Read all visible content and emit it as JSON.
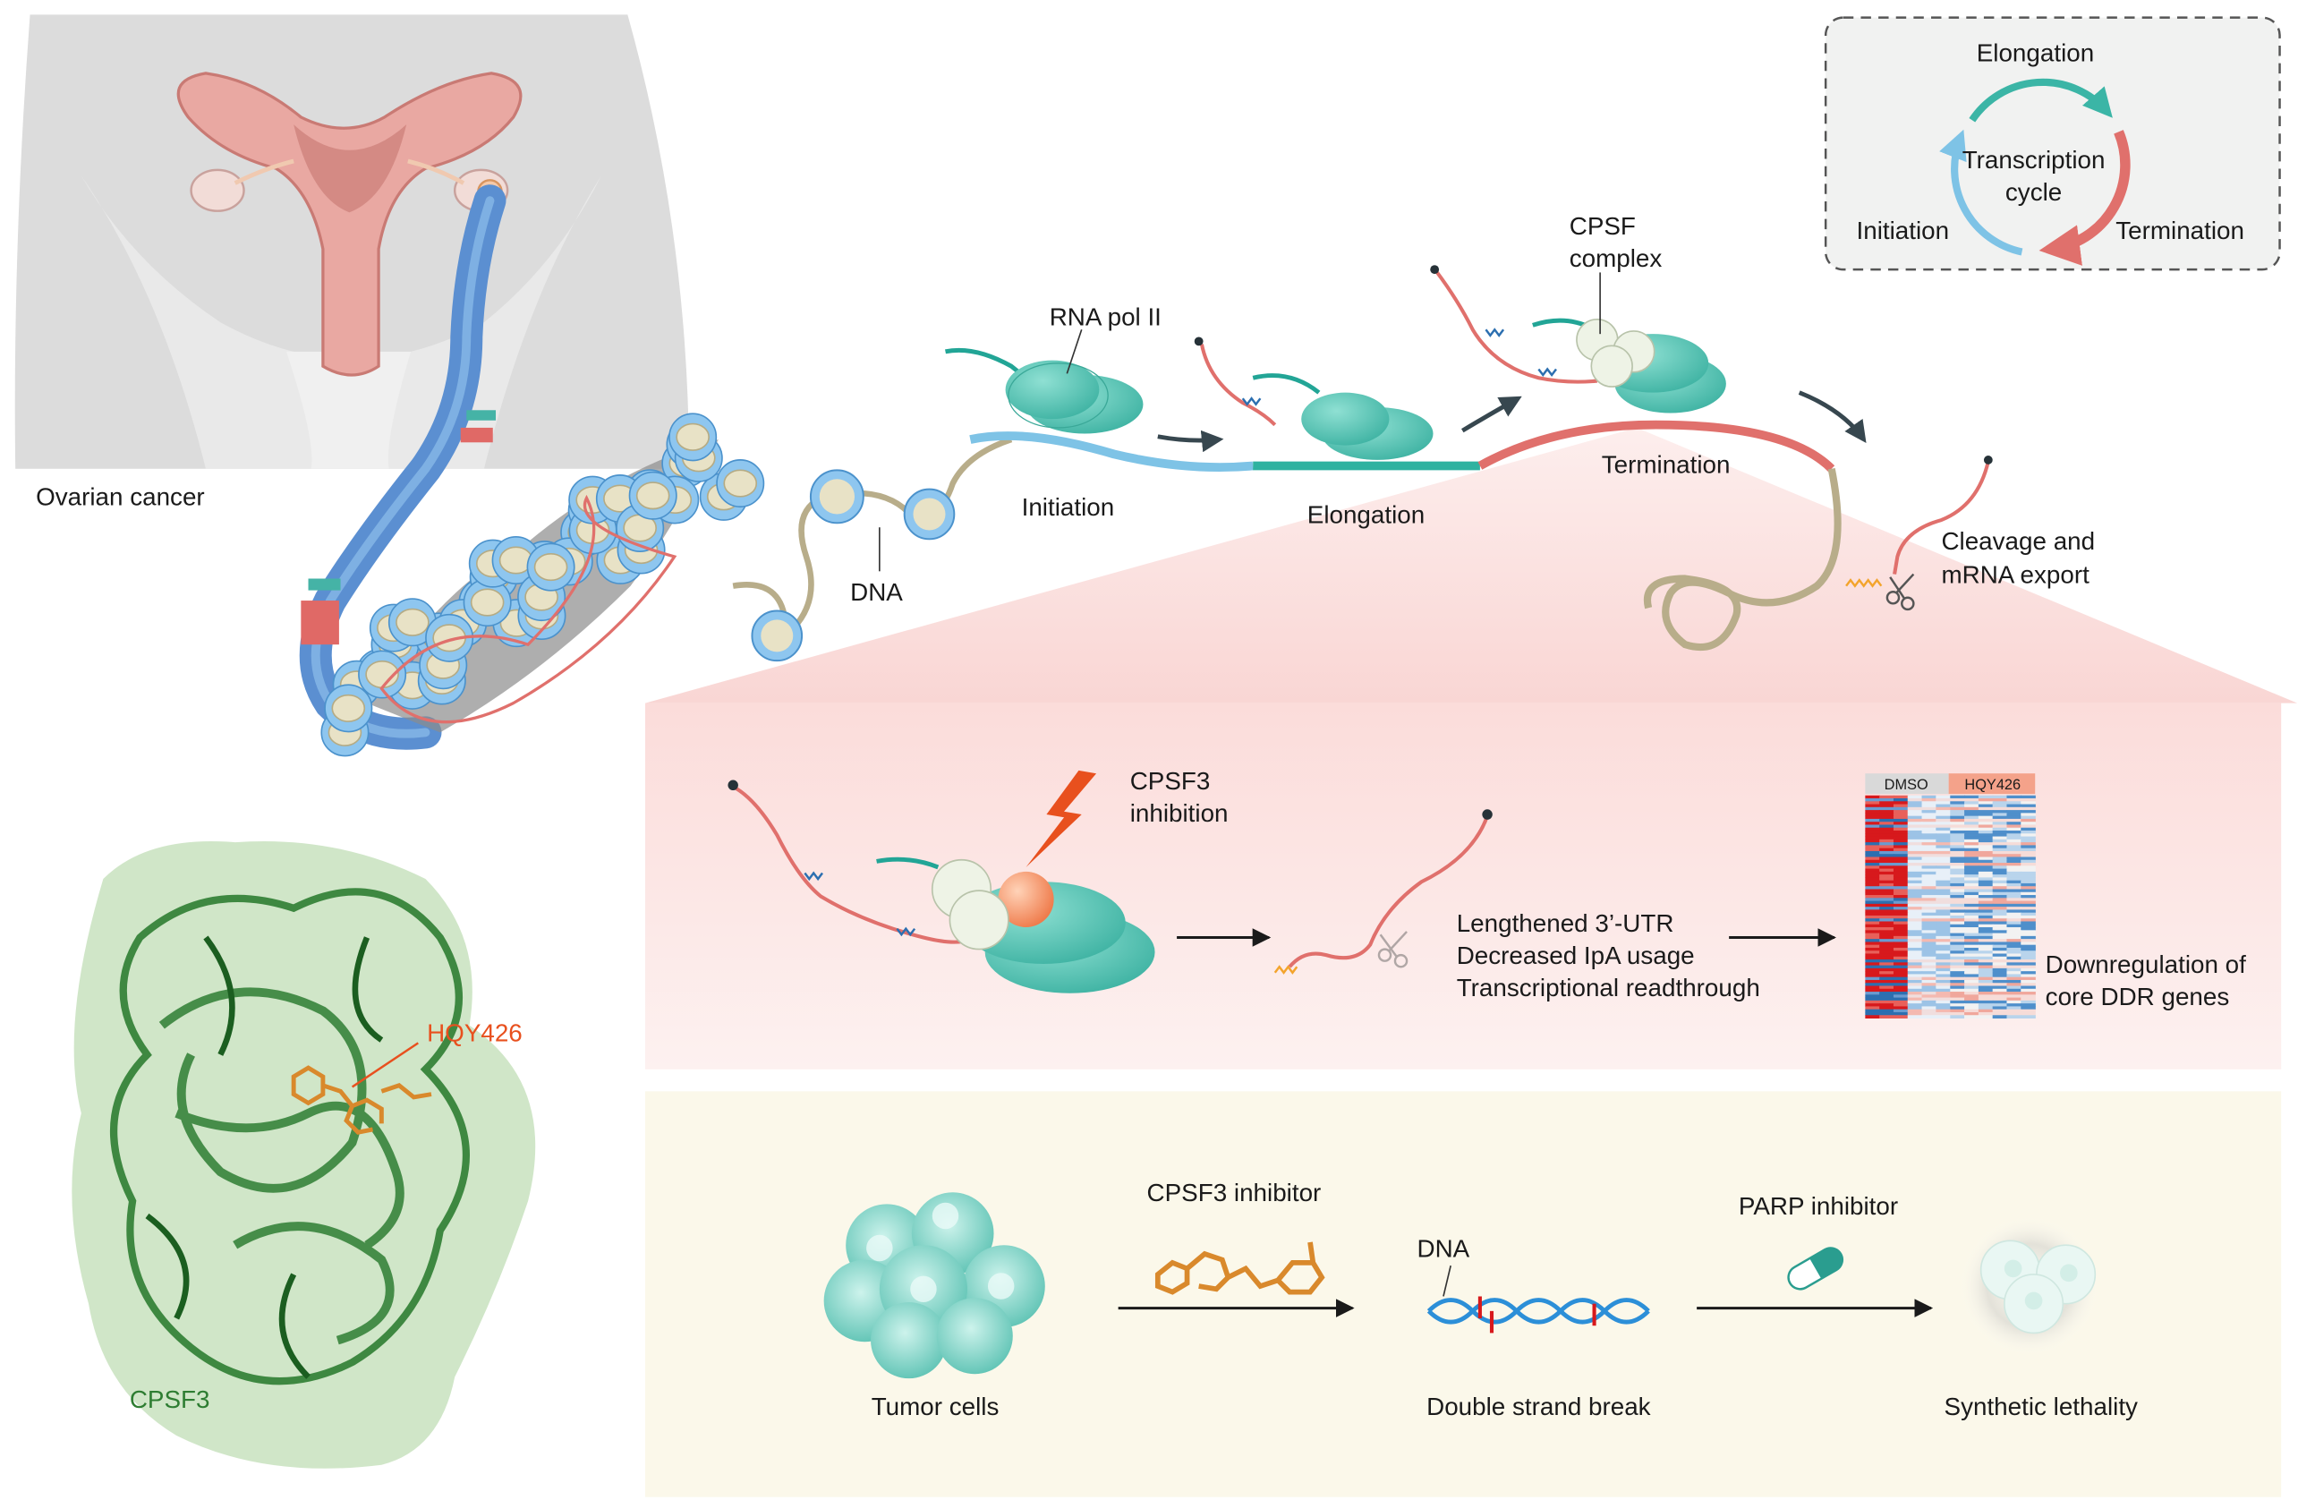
{
  "labels": {
    "ovarian_cancer": "Ovarian cancer",
    "dna_top": "DNA",
    "rna_pol_ii": "RNA pol II",
    "initiation": "Initiation",
    "elongation": "Elongation",
    "cpsf_complex_line1": "CPSF",
    "cpsf_complex_line2": "complex",
    "termination": "Termination",
    "cleavage_line1": "Cleavage and",
    "cleavage_line2": "mRNA export",
    "cycle_elongation": "Elongation",
    "cycle_center_line1": "Transcription",
    "cycle_center_line2": "cycle",
    "cycle_initiation": "Initiation",
    "cycle_termination": "Termination",
    "cpsf3_inhibition_line1": "CPSF3",
    "cpsf3_inhibition_line2": "inhibition",
    "effect_line1": "Lengthened 3’-UTR",
    "effect_line2": "Decreased IpA usage",
    "effect_line3": "Transcriptional readthrough",
    "heatmap_dmso": "DMSO",
    "heatmap_hqy426": "HQY426",
    "downreg_line1": "Downregulation of",
    "downreg_line2": "core DDR genes",
    "hqy426": "HQY426",
    "cpsf3": "CPSF3",
    "cpsf3_inhibitor": "CPSF3 inhibitor",
    "parp_inhibitor": "PARP inhibitor",
    "dna_bottom": "DNA",
    "tumor_cells": "Tumor cells",
    "double_strand_break": "Double strand break",
    "synthetic_lethality": "Synthetic lethality"
  },
  "colors": {
    "polymerase": "#62c7b8",
    "initiation_strand": "#7ec3e6",
    "elongation_strand": "#2fb2a0",
    "termination_strand": "#e0706c",
    "protein": "#2e7d32",
    "ligand": "#d9892c",
    "pink_panel": "#fbe7e6",
    "yellow_panel": "#fbf8ea",
    "heat_up": "#d7191c",
    "heat_down": "#2c6fb0"
  },
  "icons": [
    "uterus-illustration",
    "chromatin-fiber",
    "nucleosome",
    "rna-polymerase",
    "cpsf-complex",
    "scissors-icon",
    "lightning-icon",
    "heatmap",
    "protein-structure",
    "molecule-icon",
    "capsule-icon",
    "dna-helix-icon",
    "tumor-cells-icon",
    "dead-cells-icon"
  ]
}
